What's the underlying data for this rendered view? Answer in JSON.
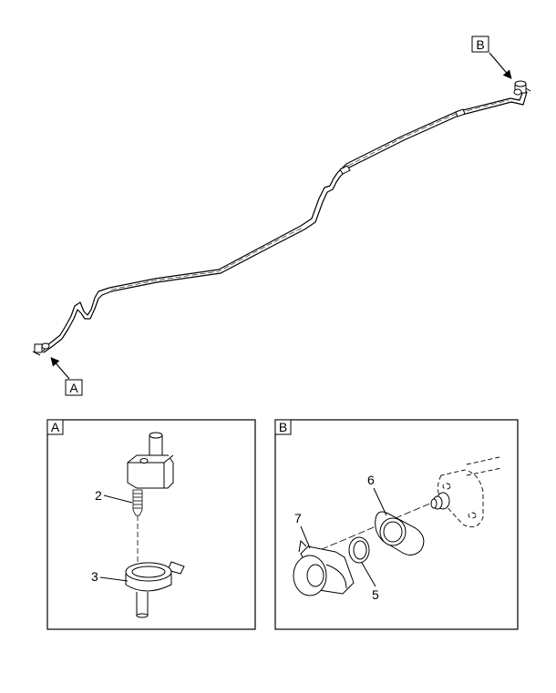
{
  "callouts": {
    "view_a": "A",
    "view_b": "B"
  },
  "panels": {
    "a": {
      "tag": "A",
      "parts": [
        {
          "number": "2"
        },
        {
          "number": "3"
        }
      ]
    },
    "b": {
      "tag": "B",
      "parts": [
        {
          "number": "5"
        },
        {
          "number": "6"
        },
        {
          "number": "7"
        }
      ]
    }
  }
}
